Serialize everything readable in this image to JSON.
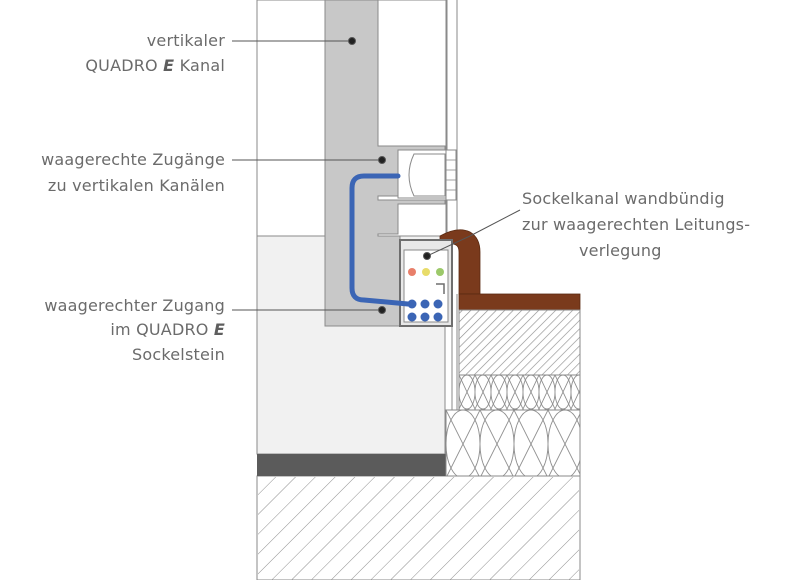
{
  "labels": {
    "vertical_channel": {
      "line1": "vertikaler",
      "line2_prefix": "QUADRO ",
      "line2_brand": "E",
      "line2_suffix": " Kanal"
    },
    "horizontal_access": {
      "line1": "waagerechte Zugänge",
      "line2": "zu vertikalen Kanälen"
    },
    "plinth_channel": {
      "line1": "Sockelkanal wandbündig",
      "line2": "zur waagerechten Leitungs-",
      "line3": "verlegung"
    },
    "plinth_access": {
      "line1": "waagerechter Zugang",
      "line2_prefix": "im QUADRO ",
      "line2_brand": "E",
      "line3": "Sockelstein"
    }
  },
  "colors": {
    "cable_blue": "#3b65b5",
    "dot_red": "#e87f6a",
    "dot_yellow": "#e8dc6a",
    "dot_green": "#9cc96a",
    "floor_brown": "#7a3a1c",
    "channel_grey": "#c8c8c8",
    "base_dark": "#5b5b5b",
    "outline": "#8a8a8a"
  }
}
